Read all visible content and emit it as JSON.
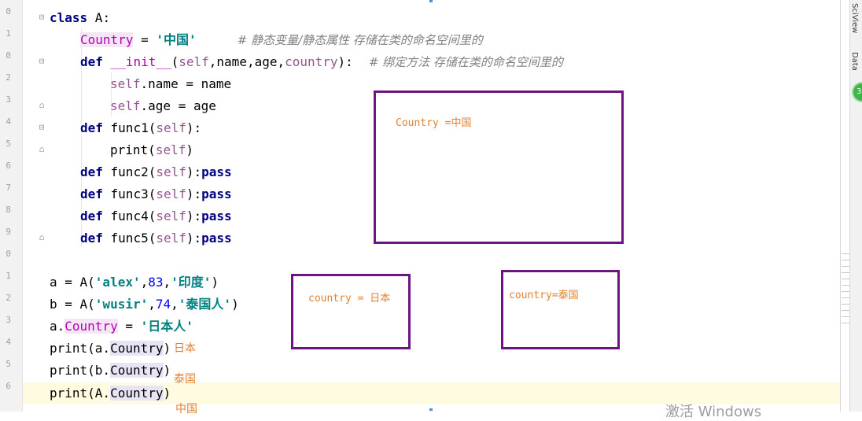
{
  "gutter": {
    "line_numbers": [
      "0",
      "1",
      "0",
      "2",
      "3",
      "4",
      "5",
      "6",
      "7",
      "8",
      "9",
      "0",
      "1",
      "2",
      "3",
      "4",
      "5",
      "6"
    ]
  },
  "code": {
    "l1": {
      "kw": "class",
      "rest": " A:"
    },
    "l2": {
      "attr": "Country",
      "eq": " = ",
      "str": "'中国'",
      "comment": "# 静态变量/静态属性 存储在类的命名空间里的"
    },
    "l3": {
      "kw": "def",
      "name": " __init__",
      "p1": "(",
      "self": "self",
      "mid": ",name,age,",
      "country": "country",
      "p2": "):",
      "comment": "# 绑定方法 存储在类的命名空间里的"
    },
    "l4": {
      "self": "self",
      "rest": ".name = name"
    },
    "l5": {
      "self": "self",
      "rest": ".age = age"
    },
    "l6": {
      "kw": "def",
      "name": " func1(",
      "self": "self",
      "rest": "):"
    },
    "l7": {
      "fn": "print",
      "p1": "(",
      "self": "self",
      "p2": ")"
    },
    "l8": {
      "kw": "def",
      "name": " func2(",
      "self": "self",
      "rest": "):",
      "pass": "pass"
    },
    "l9": {
      "kw": "def",
      "name": " func3(",
      "self": "self",
      "rest": "):",
      "pass": "pass"
    },
    "l10": {
      "kw": "def",
      "name": " func4(",
      "self": "self",
      "rest": "):",
      "pass": "pass"
    },
    "l11": {
      "kw": "def",
      "name": " func5(",
      "self": "self",
      "rest": "):",
      "pass": "pass"
    },
    "l12": {
      "a": "a = A(",
      "s1": "'alex'",
      "c1": ",",
      "n1": "83",
      "c2": ",",
      "s2": "'印度'",
      "e": ")"
    },
    "l13": {
      "a": "b = A(",
      "s1": "'wusir'",
      "c1": ",",
      "n1": "74",
      "c2": ",",
      "s2": "'泰国人'",
      "e": ")"
    },
    "l14": {
      "a": "a.",
      "attr": "Country",
      "eq": " = ",
      "str": "'日本人'"
    },
    "l15": {
      "a": "print(a.",
      "ref": "Country",
      "e": ")"
    },
    "l16": {
      "a": "print(b.",
      "ref": "Country",
      "e": ")"
    },
    "l17": {
      "a": "print(A.",
      "ref": "Country",
      "e": ")"
    }
  },
  "diagram": {
    "class_box_label": "Country =中国",
    "obj_a_label": "country = 日本",
    "obj_b_label": "country=泰国"
  },
  "outputs": {
    "out1": "日本",
    "out2": "泰国",
    "out3": "中国"
  },
  "side_panel": {
    "tab1": "SciView",
    "tab2": "Data",
    "badge": "3"
  },
  "watermark": "激活 Windows",
  "colors": {
    "box_border": "#6d1483",
    "annotation": "#e2802f",
    "keyword": "#000080",
    "string": "#008080",
    "self": "#94558d",
    "comment": "#808080"
  }
}
